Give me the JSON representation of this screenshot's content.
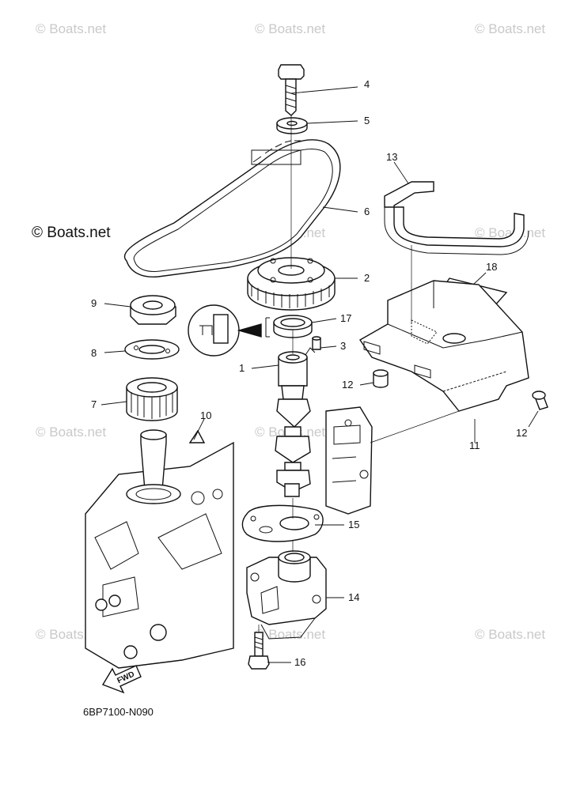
{
  "watermarks": [
    "© Boats.net",
    "© Boats.net",
    "© Boats.net",
    "© Boats.net",
    "© Boats.net",
    "© Boats.net",
    "© Boats.net",
    "© Boats.net",
    "© Boats.net",
    "© Boats.net",
    "© Boats.net"
  ],
  "callouts": {
    "c1": "1",
    "c2": "2",
    "c3": "3",
    "c4": "4",
    "c5": "5",
    "c6": "6",
    "c7": "7",
    "c8": "8",
    "c9": "9",
    "c10": "10",
    "c11": "11",
    "c12a": "12",
    "c12b": "12",
    "c13": "13",
    "c14": "14",
    "c15": "15",
    "c16": "16",
    "c17": "17",
    "c18": "18"
  },
  "fwd_label": "FWD",
  "diagram_code": "6BP7100-N090"
}
